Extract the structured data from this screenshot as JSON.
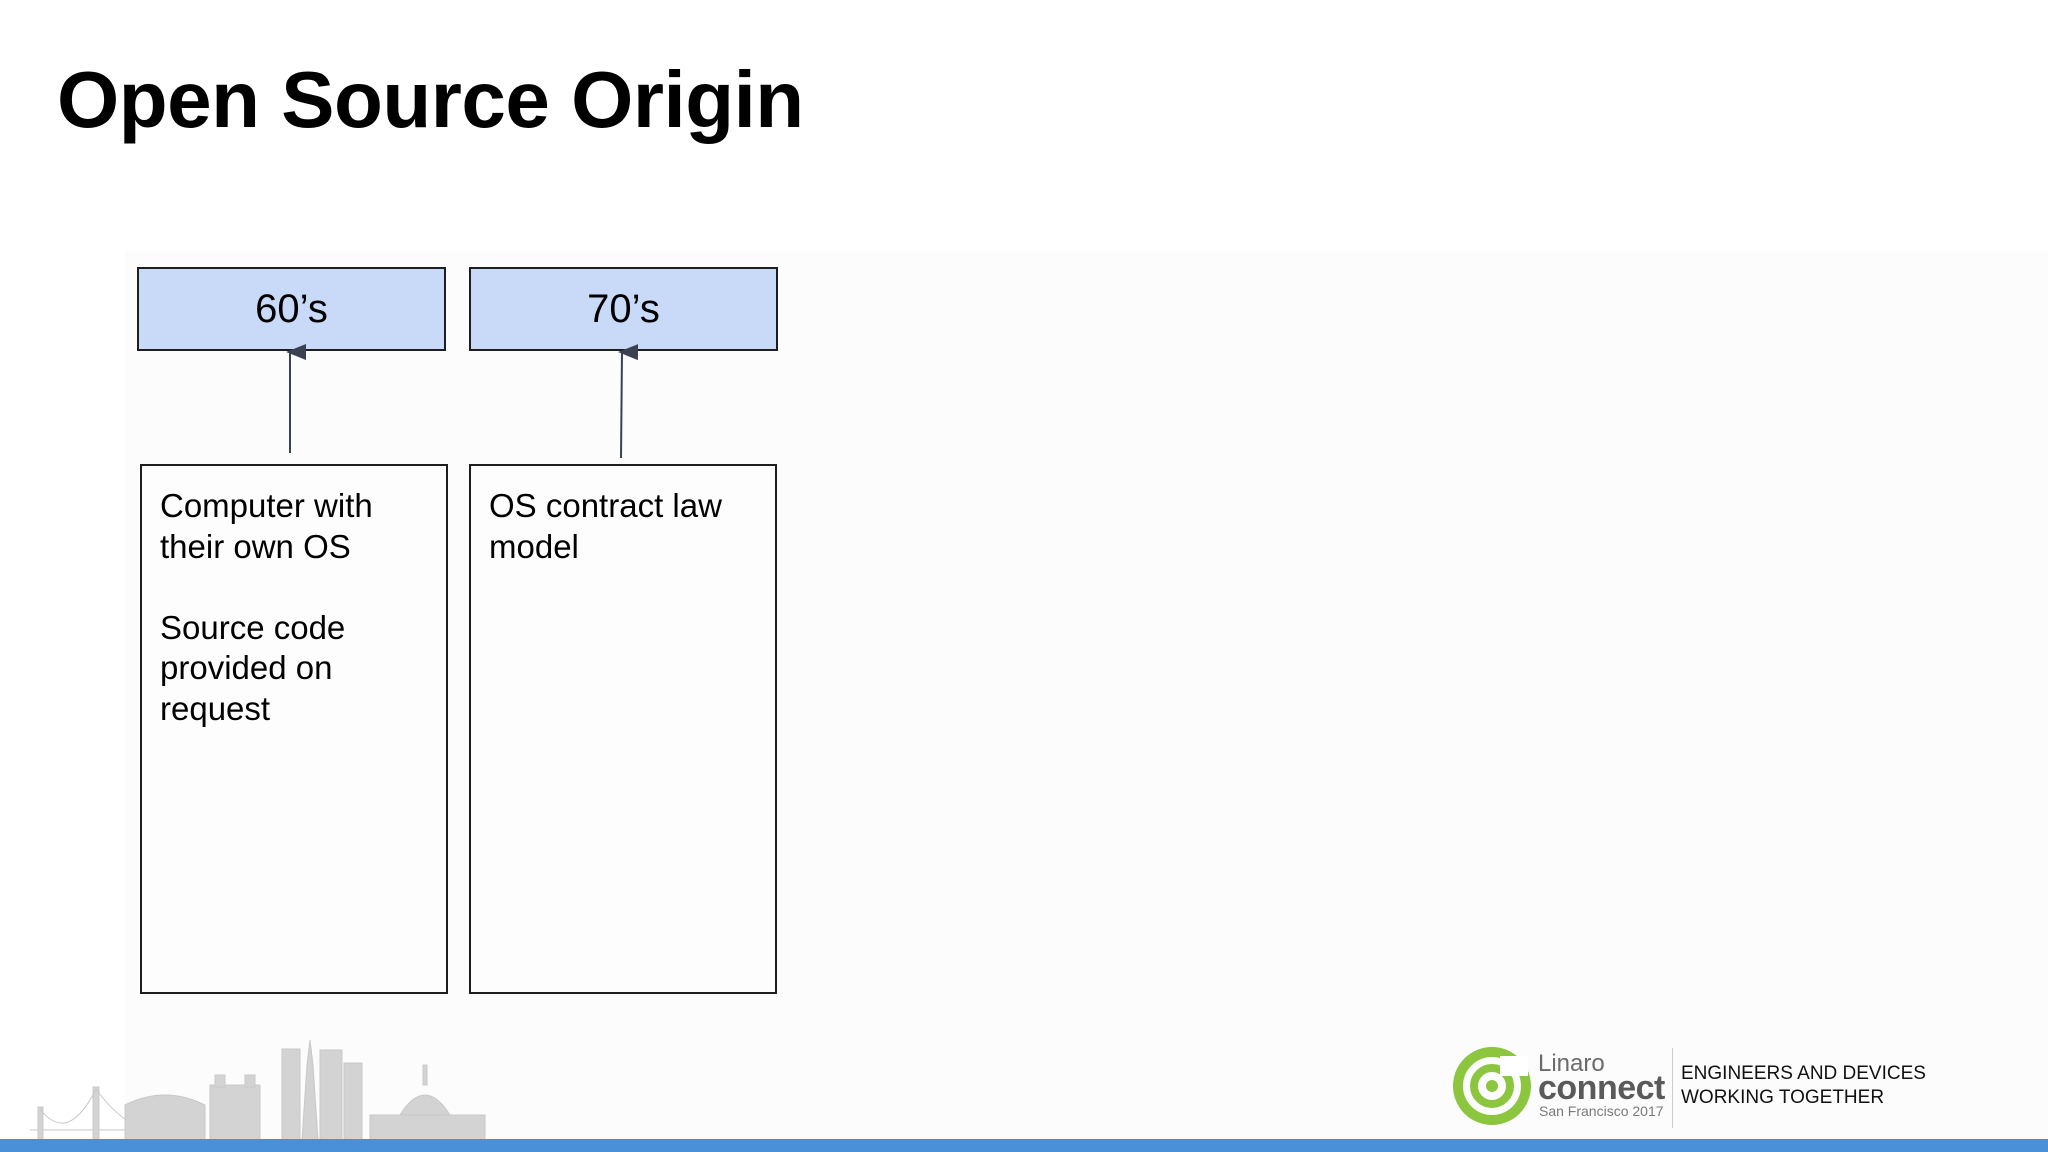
{
  "title": "Open Source Origin",
  "diagram": {
    "columns": [
      {
        "era": "60’s",
        "details": [
          "Computer with their own OS",
          "Source code provided on request"
        ]
      },
      {
        "era": "70’s",
        "details": [
          "OS contract law model"
        ]
      }
    ]
  },
  "footer": {
    "brand_small": "Linaro",
    "brand_large": "connect",
    "event": "San Francisco 2017",
    "tagline": "ENGINEERS AND DEVICES\nWORKING TOGETHER",
    "accent_color": "#4a90d9",
    "logo_color": "#8cc63f"
  }
}
